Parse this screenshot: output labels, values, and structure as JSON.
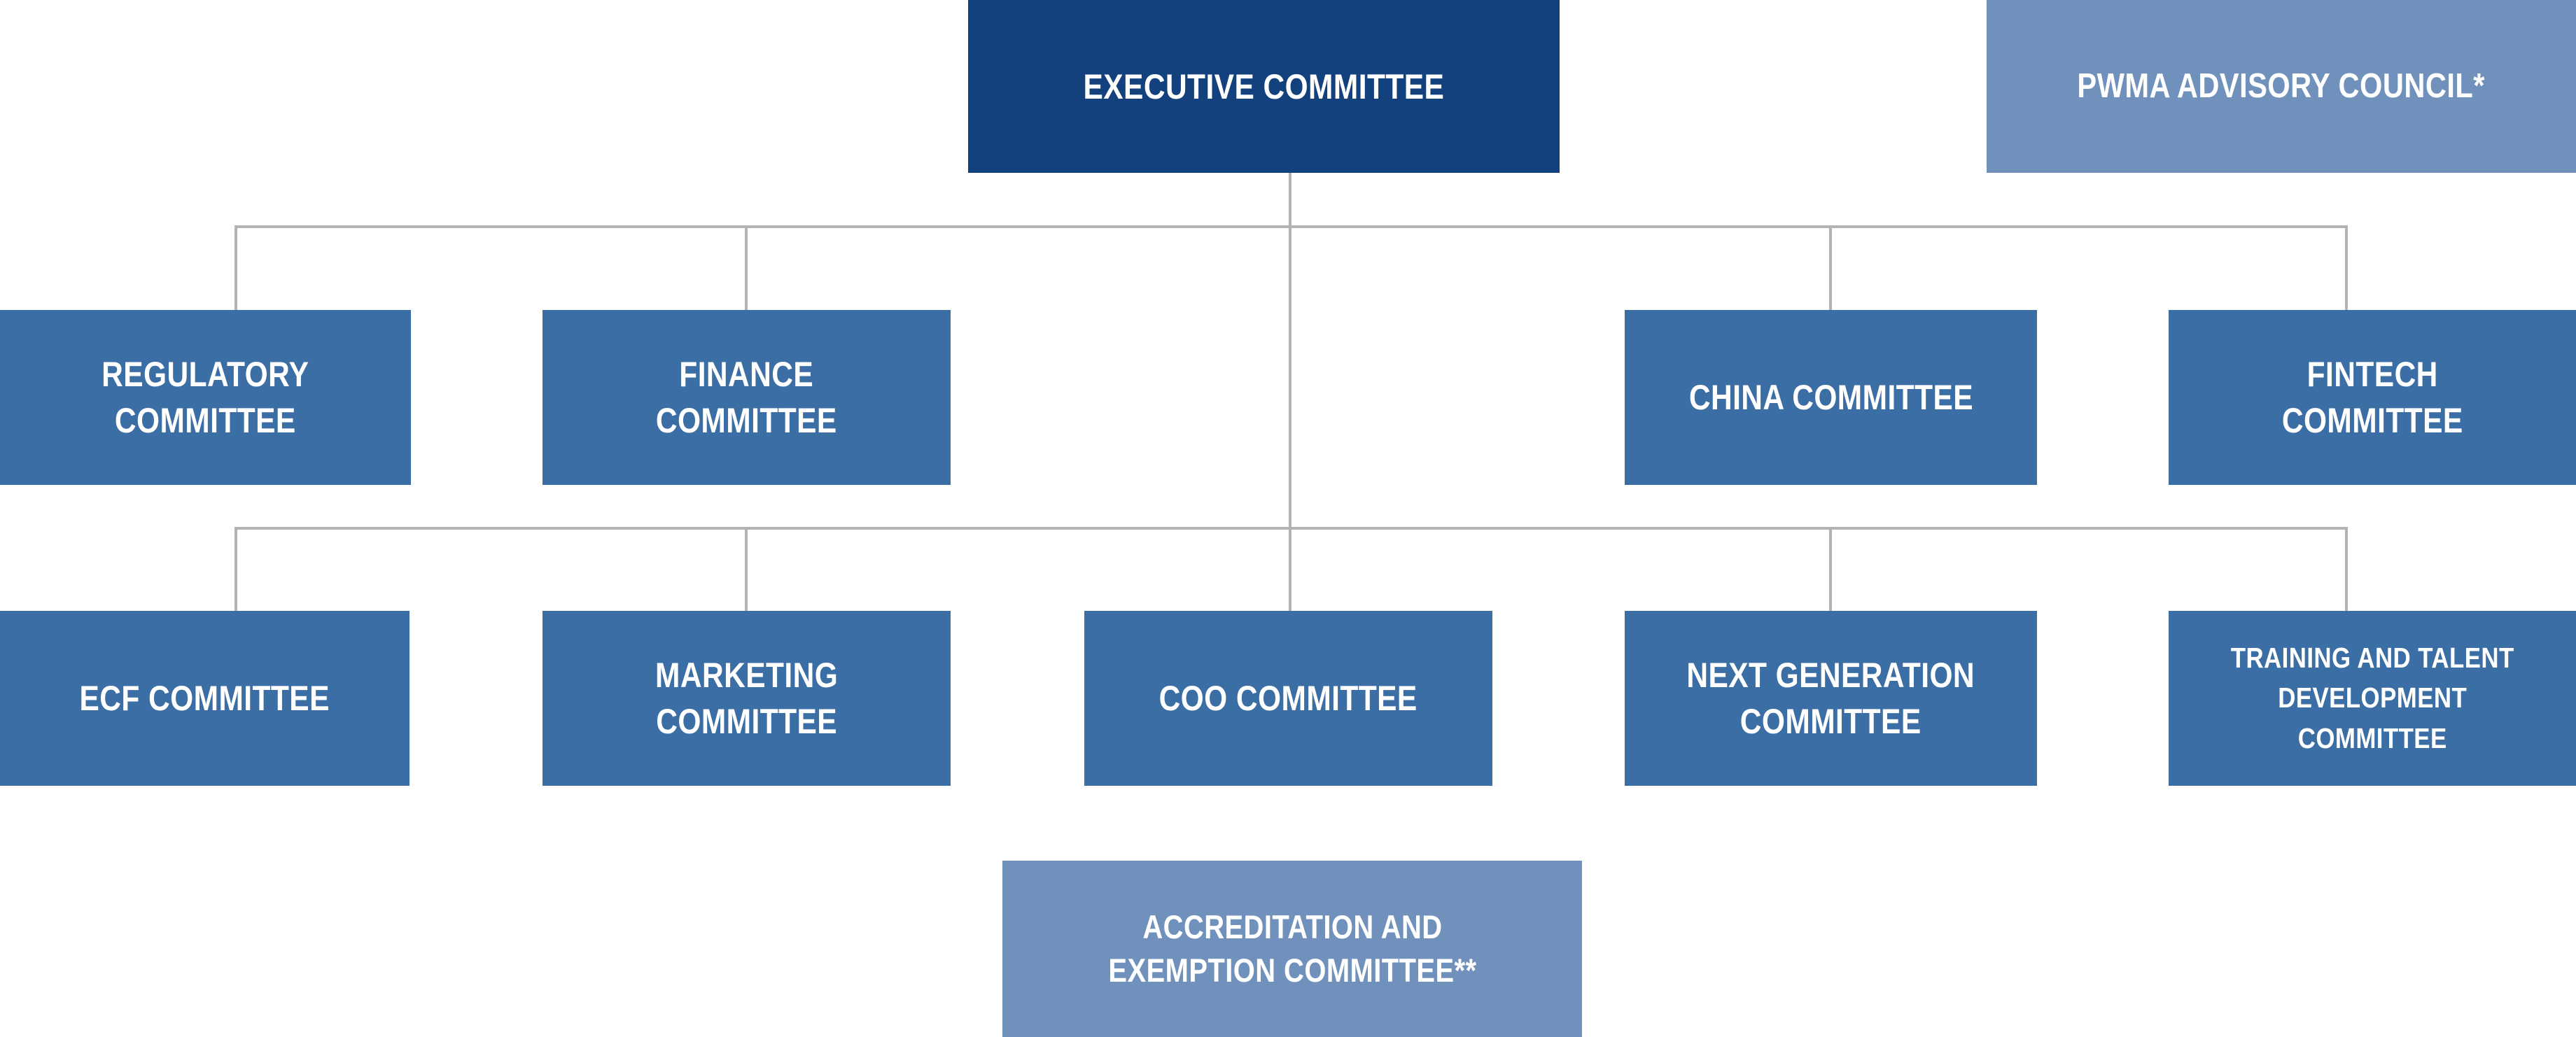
{
  "diagram": {
    "type": "org-chart",
    "background": "#FFFFFF",
    "colors": {
      "primary_dark": "#12417E",
      "primary": "#3B6EA5",
      "primary_light": "#7191BD",
      "connector": "#B3B3B3",
      "label_text": "#FFFFFF"
    },
    "nodes": {
      "executive": {
        "label": "EXECUTIVE COMMITTEE",
        "style": "dark"
      },
      "pwma": {
        "label": "PWMA ADVISORY COUNCIL*",
        "style": "light"
      },
      "regulatory": {
        "label": "REGULATORY\nCOMMITTEE",
        "style": "solid"
      },
      "finance": {
        "label": "FINANCE\nCOMMITTEE",
        "style": "solid"
      },
      "china": {
        "label": "CHINA COMMITTEE",
        "style": "solid"
      },
      "fintech": {
        "label": "FINTECH\nCOMMITTEE",
        "style": "solid"
      },
      "ecf": {
        "label": "ECF COMMITTEE",
        "style": "solid"
      },
      "marketing": {
        "label": "MARKETING\nCOMMITTEE",
        "style": "solid"
      },
      "coo": {
        "label": "COO COMMITTEE",
        "style": "solid"
      },
      "next_generation": {
        "label": "NEXT GENERATION\nCOMMITTEE",
        "style": "solid"
      },
      "training": {
        "label": "TRAINING AND TALENT\nDEVELOPMENT\nCOMMITTEE",
        "style": "solid"
      },
      "accreditation": {
        "label": "ACCREDITATION AND\nEXEMPTION COMMITTEE**",
        "style": "light"
      }
    },
    "edges": [
      {
        "from": "executive",
        "to": "regulatory"
      },
      {
        "from": "executive",
        "to": "finance"
      },
      {
        "from": "executive",
        "to": "china"
      },
      {
        "from": "executive",
        "to": "fintech"
      },
      {
        "from": "executive",
        "to": "ecf"
      },
      {
        "from": "executive",
        "to": "marketing"
      },
      {
        "from": "executive",
        "to": "coo"
      },
      {
        "from": "executive",
        "to": "next_generation"
      },
      {
        "from": "executive",
        "to": "training"
      }
    ]
  }
}
